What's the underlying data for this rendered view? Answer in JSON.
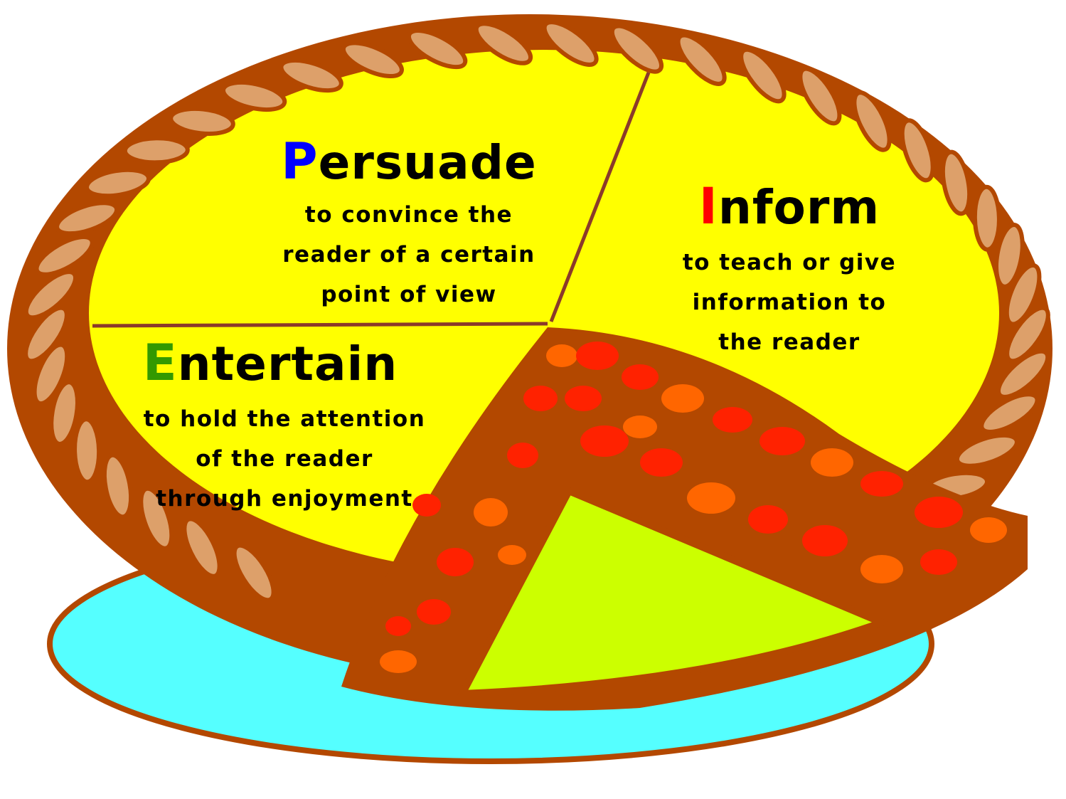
{
  "purposes": [
    {
      "id": "persuade",
      "initial": "P",
      "rest": "ersuade",
      "initial_color": "#0000ff",
      "description_lines": [
        "to convince the",
        "reader of a certain",
        "point of view"
      ]
    },
    {
      "id": "inform",
      "initial": "I",
      "rest": "nform",
      "initial_color": "#ff0000",
      "description_lines": [
        "to teach or give",
        "information to",
        "the reader"
      ]
    },
    {
      "id": "entertain",
      "initial": "E",
      "rest": "ntertain",
      "initial_color": "#339900",
      "description_lines": [
        "to hold the attention",
        "of the reader",
        "through enjoyment"
      ]
    }
  ],
  "colors": {
    "crust": "#b34800",
    "crust_rope": "#dda06a",
    "filling": "#ffff00",
    "dish": "#55ffff",
    "pie_bottom": "#ccff00",
    "fruit_red": "#ff2200",
    "fruit_orange": "#ff6600",
    "slice_lines": "#8b3a2a"
  }
}
